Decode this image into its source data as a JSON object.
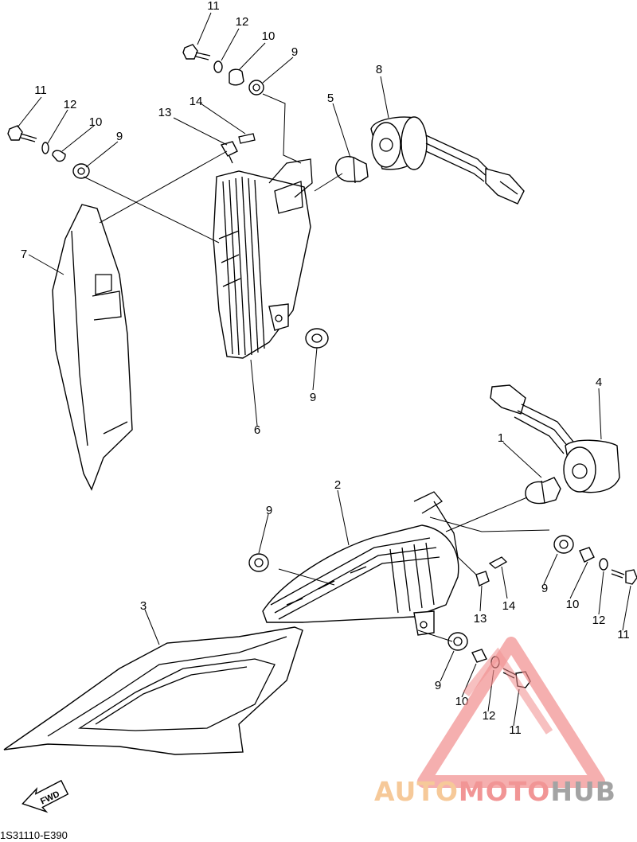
{
  "diagram_code": "1S31110-E390",
  "fwd_label": "FWD",
  "watermark": {
    "part1": "AUTO",
    "part2": "MOTO",
    "part3": "HUB",
    "color1": "#f6c48e",
    "color2": "#f08a8a",
    "color3": "#9a9a9a"
  },
  "callouts": {
    "c1": "1",
    "c2": "2",
    "c3": "3",
    "c4": "4",
    "c5": "5",
    "c6": "6",
    "c7": "7",
    "c8": "8",
    "c9a": "9",
    "c9b": "9",
    "c9c": "9",
    "c9d": "9",
    "c9e": "9",
    "c9f": "9",
    "c10a": "10",
    "c10b": "10",
    "c10c": "10",
    "c10d": "10",
    "c11a": "11",
    "c11b": "11",
    "c11c": "11",
    "c11d": "11",
    "c12a": "12",
    "c12b": "12",
    "c12c": "12",
    "c12d": "12",
    "c13a": "13",
    "c13b": "13",
    "c14a": "14",
    "c14b": "14"
  }
}
